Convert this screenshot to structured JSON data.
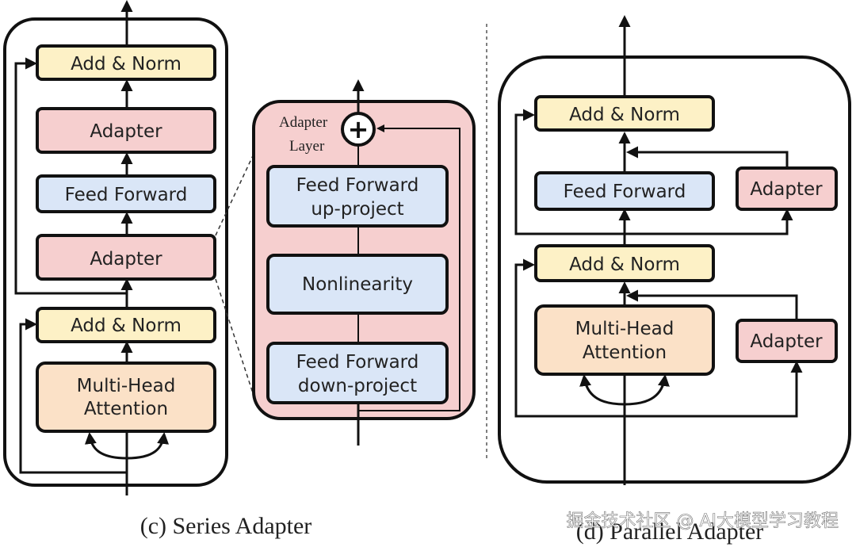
{
  "series": {
    "add_norm_top": "Add & Norm",
    "adapter_top": "Adapter",
    "feed_forward": "Feed Forward",
    "adapter_mid": "Adapter",
    "add_norm_bottom": "Add & Norm",
    "mha_line1": "Multi-Head",
    "mha_line2": "Attention",
    "caption": "(c) Series Adapter"
  },
  "adapter_layer": {
    "label_line1": "Adapter",
    "label_line2": "Layer",
    "plus_symbol": "+",
    "ff_up_line1": "Feed Forward",
    "ff_up_line2": "up-project",
    "nonlinearity": "Nonlinearity",
    "ff_down_line1": "Feed Forward",
    "ff_down_line2": "down-project"
  },
  "parallel": {
    "add_norm_top": "Add & Norm",
    "feed_forward": "Feed Forward",
    "adapter_top": "Adapter",
    "add_norm_bottom": "Add & Norm",
    "mha_line1": "Multi-Head",
    "mha_line2": "Attention",
    "adapter_bottom": "Adapter",
    "caption": "(d) Parallel Adapter"
  },
  "watermark": "掘金技术社区 @ AI大模型学习教程",
  "colors": {
    "add_norm": "#fdf1c6",
    "adapter": "#f6cfcf",
    "feed_forward": "#dae6f7",
    "attention": "#fbe1c7",
    "layer_bg": "#f6cfcf"
  }
}
